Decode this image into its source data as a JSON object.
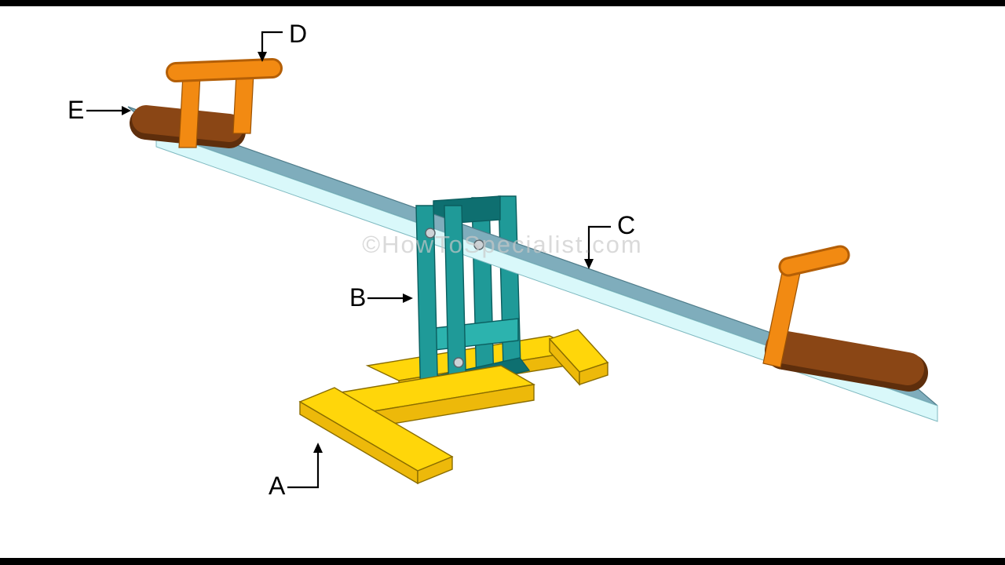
{
  "letterbox": {
    "color": "#000000"
  },
  "canvas": {
    "background": "#ffffff"
  },
  "watermark": {
    "text": "©HowToSpecialist.com",
    "color": "#c9c9c9"
  },
  "callouts": [
    {
      "id": "A",
      "label": "A",
      "points_to": "base-frame"
    },
    {
      "id": "B",
      "label": "B",
      "points_to": "pivot-support-posts"
    },
    {
      "id": "C",
      "label": "C",
      "points_to": "seesaw-plank"
    },
    {
      "id": "D",
      "label": "D",
      "points_to": "handle"
    },
    {
      "id": "E",
      "label": "E",
      "points_to": "seat"
    }
  ],
  "colors": {
    "plank_top": "#7fadbc",
    "plank_edge": "#d9f8fa",
    "frame_teal": "#1f9a98",
    "frame_teal_dark": "#0e6f70",
    "frame_teal_bright": "#2cb3ae",
    "base_yellow": "#ffd60a",
    "base_yellow_shade": "#edb90a",
    "handle_orange": "#f28a12",
    "handle_orange_dark": "#b45f06",
    "seat_brown": "#8a4615",
    "seat_brown_dark": "#5e2e0c",
    "bolt_fill": "#ccd2d6",
    "label_color": "#000000"
  }
}
